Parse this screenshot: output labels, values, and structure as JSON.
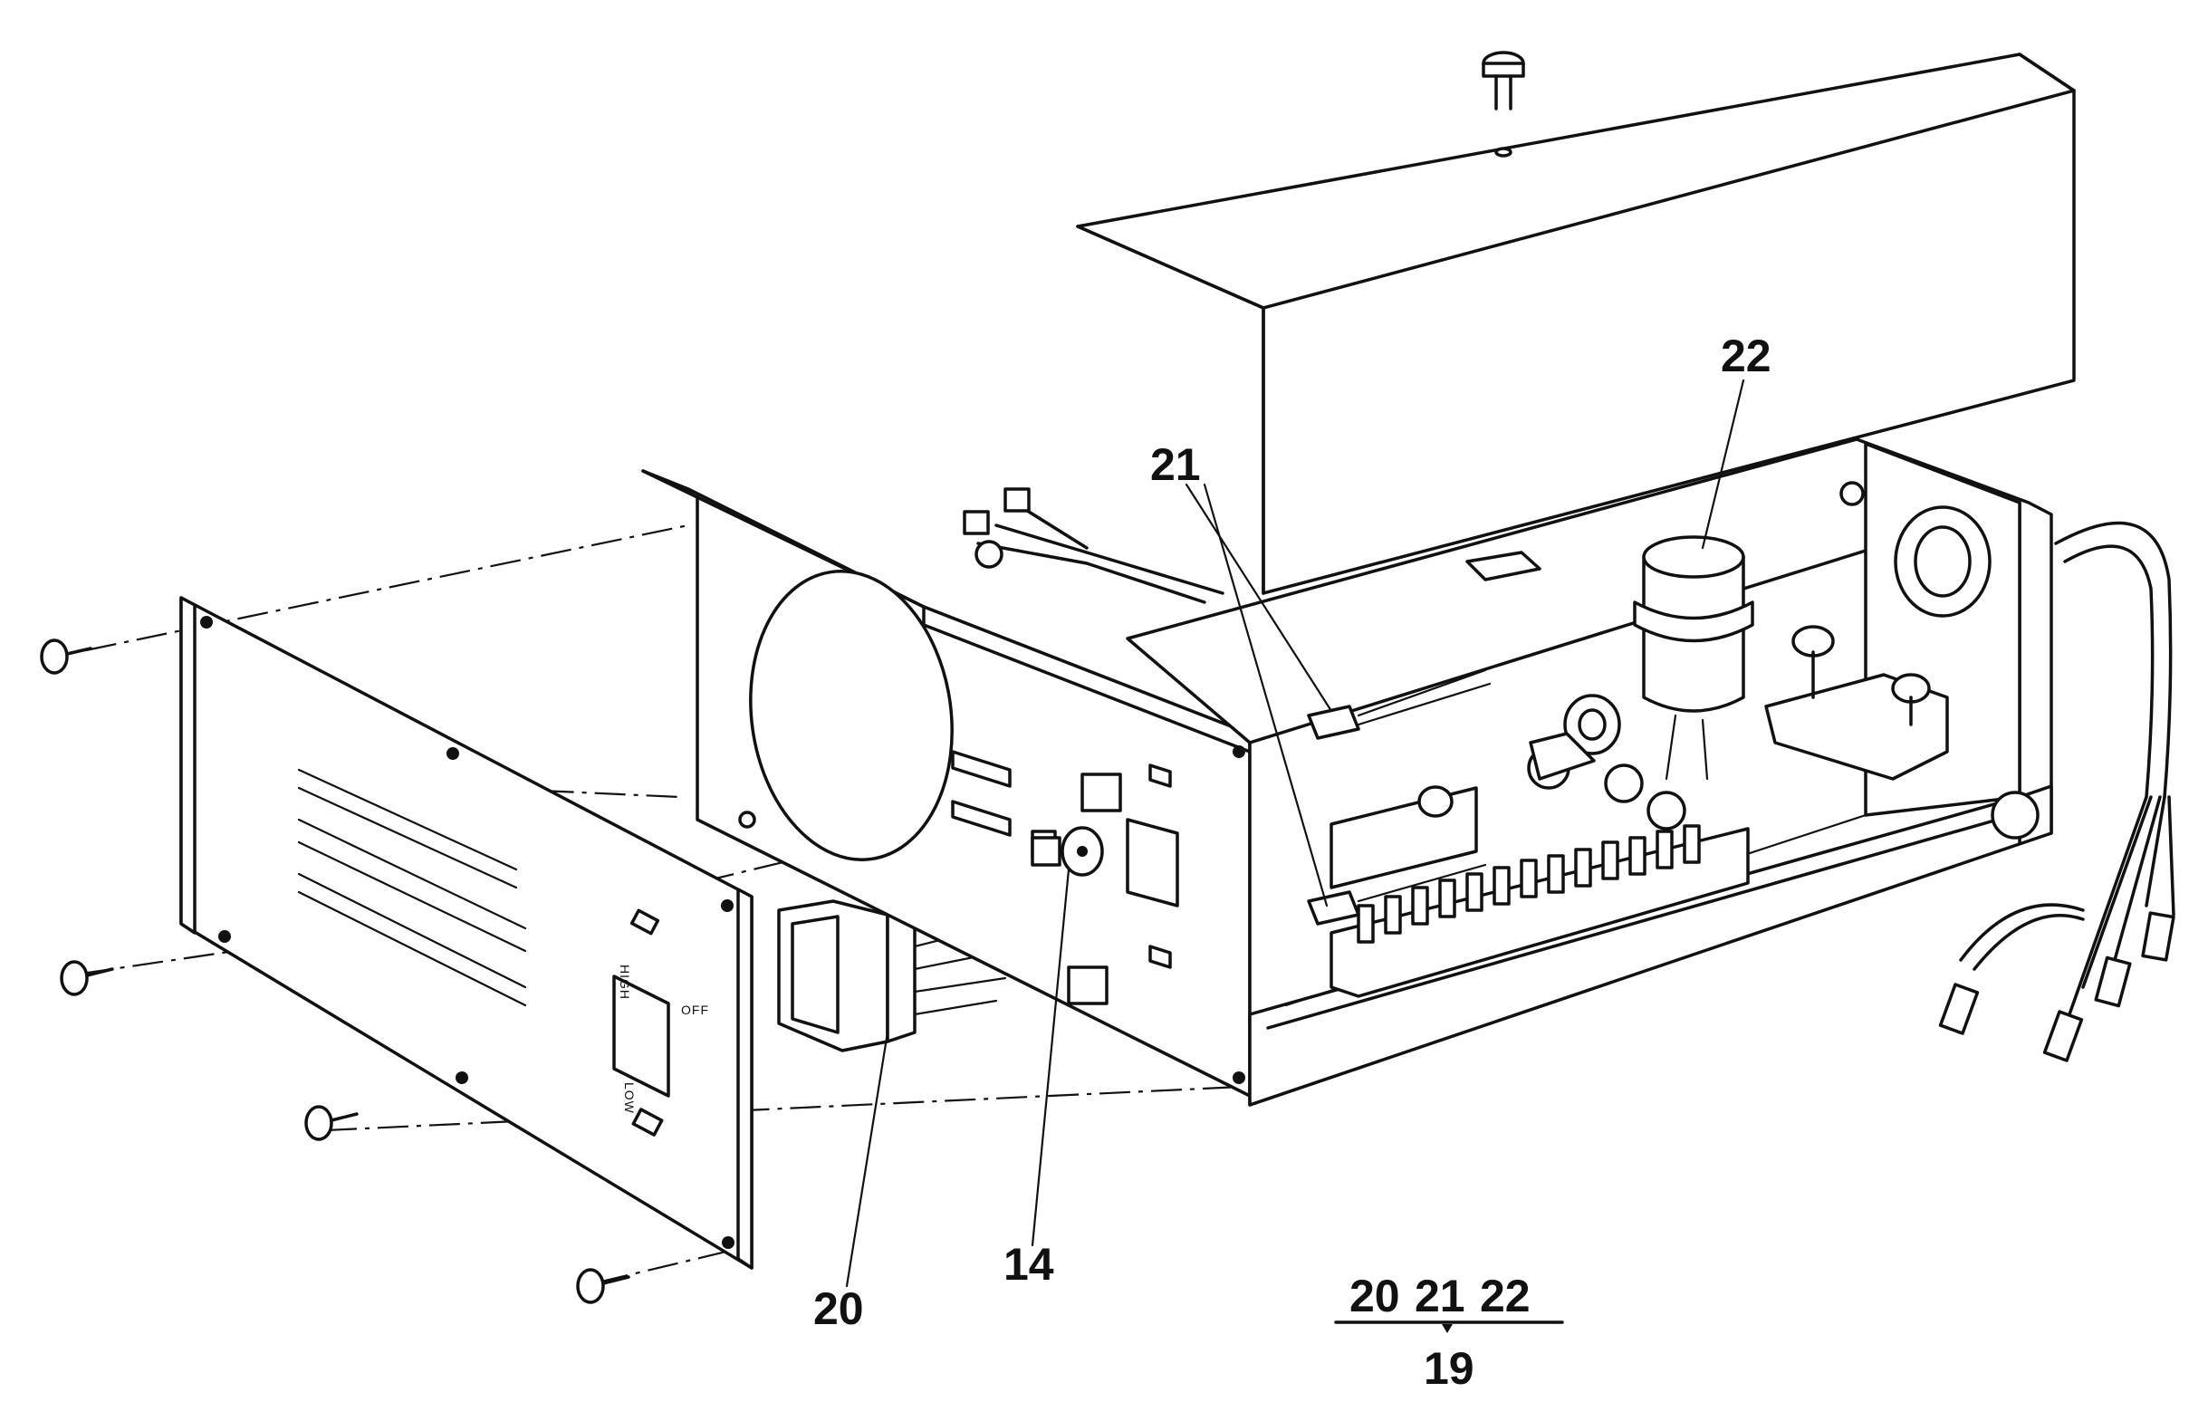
{
  "callouts": {
    "c20": "20",
    "c14": "14",
    "c21": "21",
    "c22": "22"
  },
  "assembly_key": {
    "items": [
      "20",
      "21",
      "22"
    ],
    "parent": "19"
  },
  "panel_switch_labels": {
    "high": "HIGH",
    "off": "OFF",
    "low": "LOW"
  }
}
